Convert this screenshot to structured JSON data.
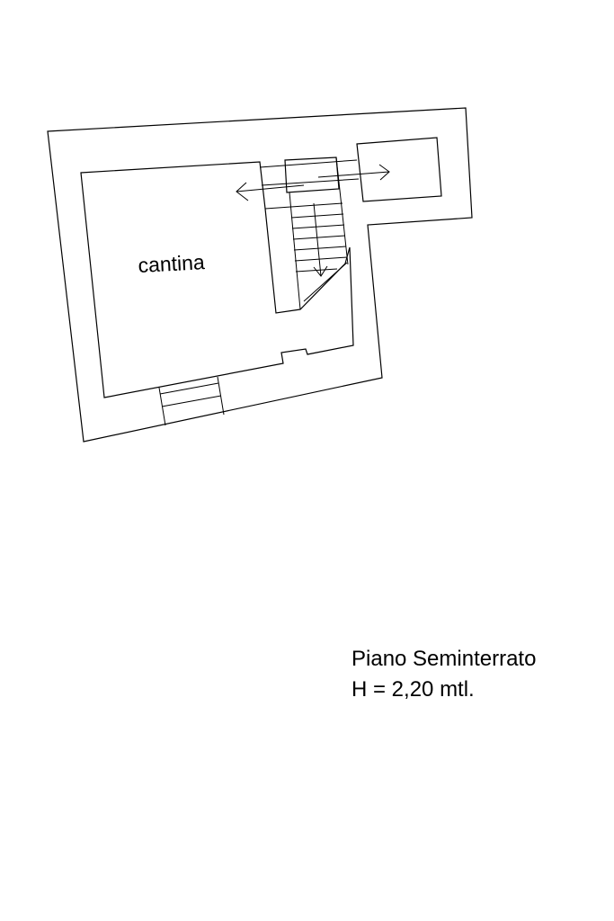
{
  "plan": {
    "room_label": "cantina",
    "line_color": "#000000",
    "background": "#ffffff"
  },
  "caption": {
    "floor_name": "Piano Seminterrato",
    "height": "H = 2,20 mtl."
  }
}
